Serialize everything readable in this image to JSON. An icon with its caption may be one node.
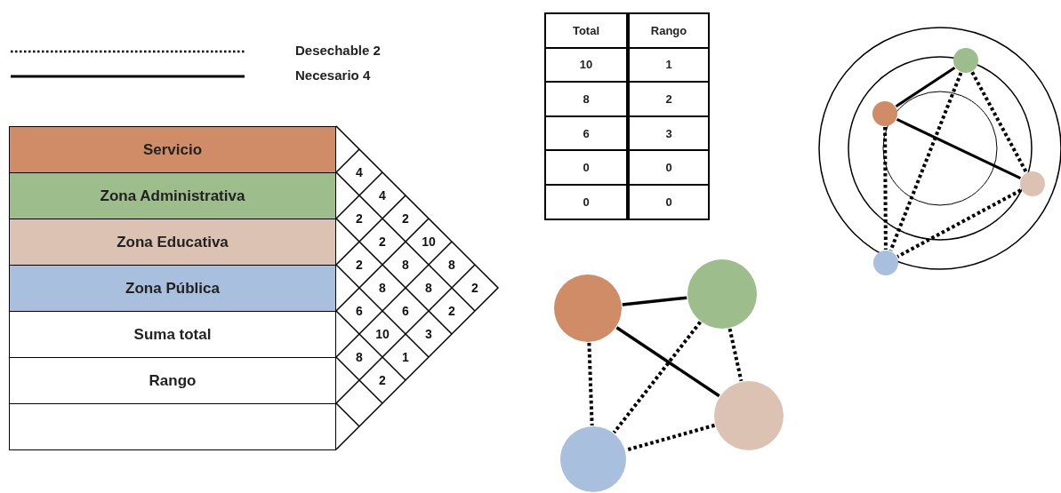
{
  "diagram": {
    "nodes": [
      {
        "text": [
          "Servicio"
        ]
      },
      {
        "text": [
          "Zona Administrativa"
        ]
      },
      {
        "text": [
          "Zona Educativa"
        ]
      },
      {
        "text": [
          "Zona Pública"
        ]
      },
      {
        "text": [
          "Suma total"
        ]
      },
      {
        "text": [
          "Rango"
        ]
      },
      {
        "text": [],
        "shape": "box"
      },
      {
        "text": [],
        "shape": "circle"
      },
      {
        "text": [],
        "shape": "circle"
      },
      {
        "text": [],
        "shape": "circle"
      },
      {
        "text": [],
        "shape": "circle"
      },
      {
        "text": [],
        "shape": "circle"
      },
      {
        "text": [],
        "shape": "circle"
      },
      {
        "text": [],
        "shape": "circle"
      },
      {
        "text": [],
        "shape": "circle"
      }
    ],
    "edges": [
      {
        "from": 7,
        "to": 8,
        "arrow": "none"
      },
      {
        "from": 7,
        "to": 9,
        "arrow": "none"
      },
      {
        "from": 7,
        "to": 10,
        "arrow": "none",
        "style": "dashed"
      },
      {
        "from": 8,
        "to": 10,
        "arrow": "none",
        "style": "dashed"
      },
      {
        "from": 8,
        "to": 9,
        "arrow": "none",
        "style": "dashed"
      },
      {
        "from": 9,
        "to": 10,
        "arrow": "none",
        "style": "dashed"
      },
      {
        "from": 11,
        "to": 12,
        "arrow": "none"
      },
      {
        "from": 11,
        "to": 13,
        "arrow": "none"
      },
      {
        "from": 11,
        "to": 14,
        "arrow": "none",
        "style": "dashed"
      },
      {
        "from": 12,
        "to": 14,
        "arrow": "none",
        "style": "dashed"
      },
      {
        "from": 12,
        "to": 13,
        "arrow": "none",
        "style": "dashed"
      },
      {
        "from": 13,
        "to": 14,
        "arrow": "none",
        "style": "dashed"
      }
    ],
    "labels": [
      "Total",
      "Rango",
      "10",
      "1",
      "8",
      "2",
      "6",
      "3",
      "0",
      "0",
      "0",
      "0",
      "4",
      "4",
      "2",
      "2",
      "2",
      "10",
      "2",
      "8",
      "8",
      "8",
      "8",
      "2",
      "6",
      "6",
      "2",
      "10",
      "3",
      "8",
      "1",
      "2"
    ],
    "legend": [
      {
        "text": "Desechable 2"
      },
      {
        "text": "Necesario 4"
      }
    ]
  }
}
